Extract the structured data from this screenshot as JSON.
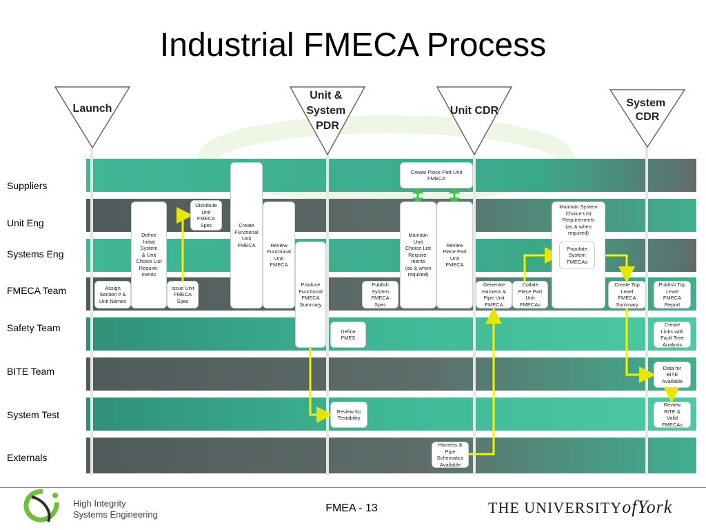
{
  "title": "Industrial FMECA Process",
  "milestones": [
    "Launch",
    "Unit &\nSystem\nPDR",
    "Unit CDR",
    "System\nCDR"
  ],
  "lanes": [
    "Suppliers",
    "Unit Eng",
    "Systems Eng",
    "FMECA Team",
    "Safety Team",
    "BITE Team",
    "System Test",
    "Externals"
  ],
  "boxes": {
    "assign_section": "Assign\nSection # &\nUnit Names",
    "define_initial": "Define\nInitial\nSystem\n& Unit\nChoice List\nRequire-\nments",
    "issue_unit_fmeca": "Issue Unit\nFMECA\nSpec",
    "distribute_unit_fmeca": "Distribute\nUnit\nFMECA\nSpec",
    "create_functional": "Create\nFunctional\nUnit\nFMECA",
    "review_functional": "Review\nFunctional\nUnit\nFMECA",
    "produce_functional_summary": "Produce\nFunctional\nFMECA\nSummary",
    "define_fmes": "Define\nFMES",
    "review_testability": "Review for\nTestability",
    "publish_system_fmeca": "Publish\nSystem\nFMECA\nSpec",
    "create_piece_part": "Create Piece Part Unit\nFMECA",
    "maintain_unit_choice": "Maintain\nUnit\nChoice List\nRequire-\nments\n(as & when\nrequired)",
    "review_piece_part": "Review\nPiece Part\nUnit\nFMECA",
    "generate_harness": "Generate\nHarness &\nPipe Unit\nFMECA",
    "collate_piece_part": "Collate\nPiece Part\nUnit\nFMECAs",
    "harness_schematics": "Harness &\nPipe\nSchematics\nAvailable",
    "maintain_system_choice": "Maintain System\nChoice List\nRequirements\n(as & when\nrequired)",
    "populate_system": "Populate\nSystem\nFMECAs",
    "create_top_level": "Create Top\nLevel\nFMECA\nSummary",
    "publish_top_level": "Publish Top\nLevel\nFMECA\nReport",
    "create_links": "Create\nLinks with\nFault Tree\nAnalysis",
    "data_for_bite": "Data for\nBITE\nAvailable",
    "review_bite": "Review\nBITE &\nValid\nFMECAs"
  },
  "footer": {
    "page": "FMEA - 13",
    "logo": "High Integrity\nSystems Engineering",
    "university_pre": "THE UNIVERSITY",
    "university_of": "of",
    "university_post": "York"
  },
  "colors": {
    "lane_green": "#3fb896",
    "lane_dark": "#5f6e6c",
    "arrow_yellow": "#f2f20a",
    "arrow_green": "#3ec24a"
  }
}
